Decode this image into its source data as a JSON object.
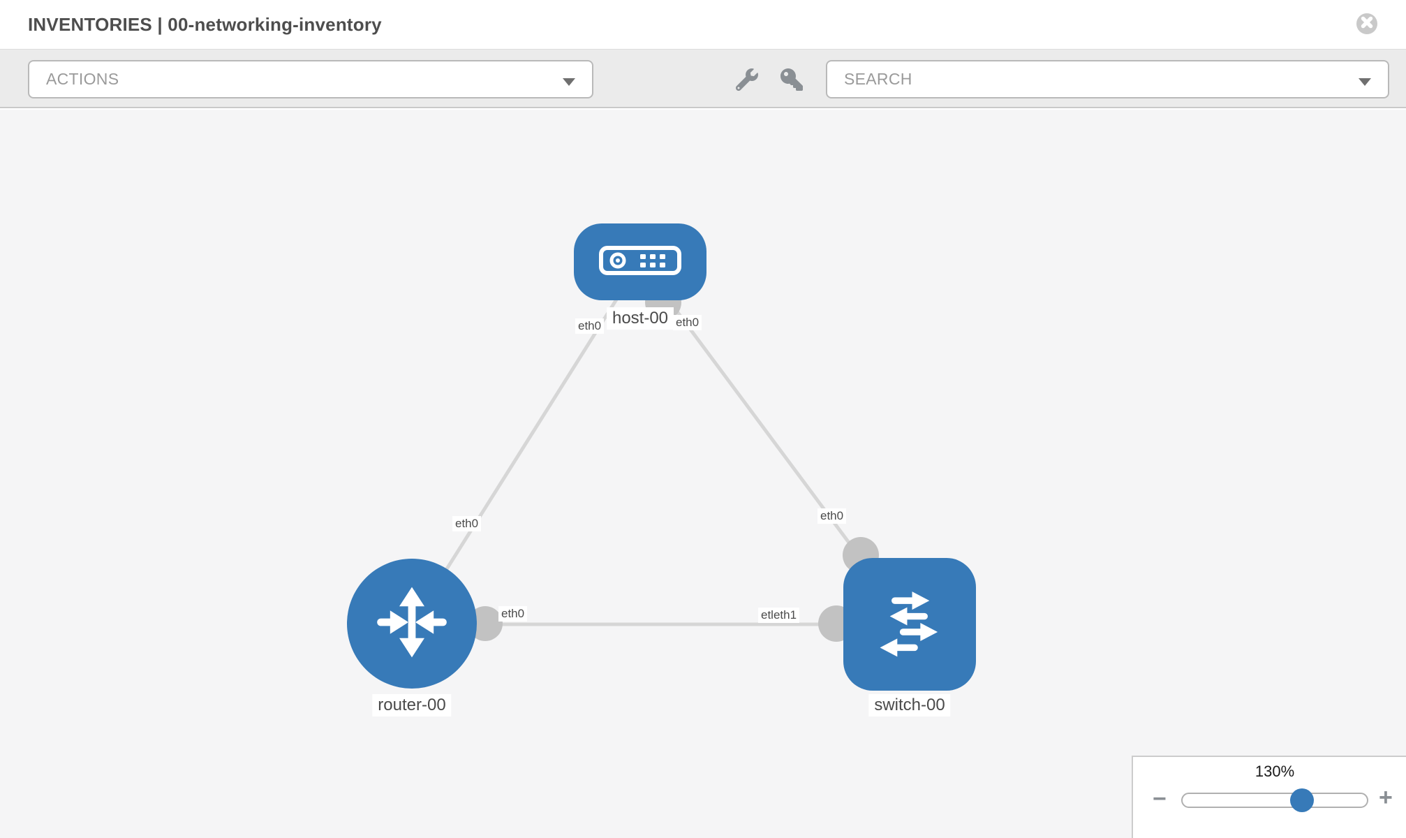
{
  "header": {
    "title": "INVENTORIES | 00-networking-inventory"
  },
  "toolbar": {
    "actions_dropdown": {
      "placeholder": "ACTIONS"
    },
    "search_dropdown": {
      "placeholder": "SEARCH"
    },
    "icons": [
      "wrench-icon",
      "key-icon"
    ]
  },
  "colors": {
    "node_blue": "#377ab8",
    "link_gray": "#d6d6d6",
    "interface_dot_gray": "#c2c2c2",
    "canvas_bg": "#f5f5f6",
    "toolbar_bg": "#ebebeb",
    "slider_knob_blue": "#377ab8"
  },
  "topology": {
    "nodes": [
      {
        "id": "host-00",
        "type": "host",
        "label": "host-00"
      },
      {
        "id": "router-00",
        "type": "router",
        "label": "router-00"
      },
      {
        "id": "switch-00",
        "type": "switch",
        "label": "switch-00"
      }
    ],
    "links": [
      {
        "from": "host-00",
        "to": "router-00",
        "from_interface": "eth0",
        "to_interface": "eth0"
      },
      {
        "from": "host-00",
        "to": "switch-00",
        "from_interface": "eth0",
        "to_interface": "eth0"
      },
      {
        "from": "router-00",
        "to": "switch-00",
        "from_interface": "eth0",
        "to_interface": "eth1",
        "to_interface_display": "etleth1"
      }
    ]
  },
  "zoom_control": {
    "level": "130%",
    "minus_label": "−",
    "plus_label": "+",
    "slider_percent": 67
  }
}
